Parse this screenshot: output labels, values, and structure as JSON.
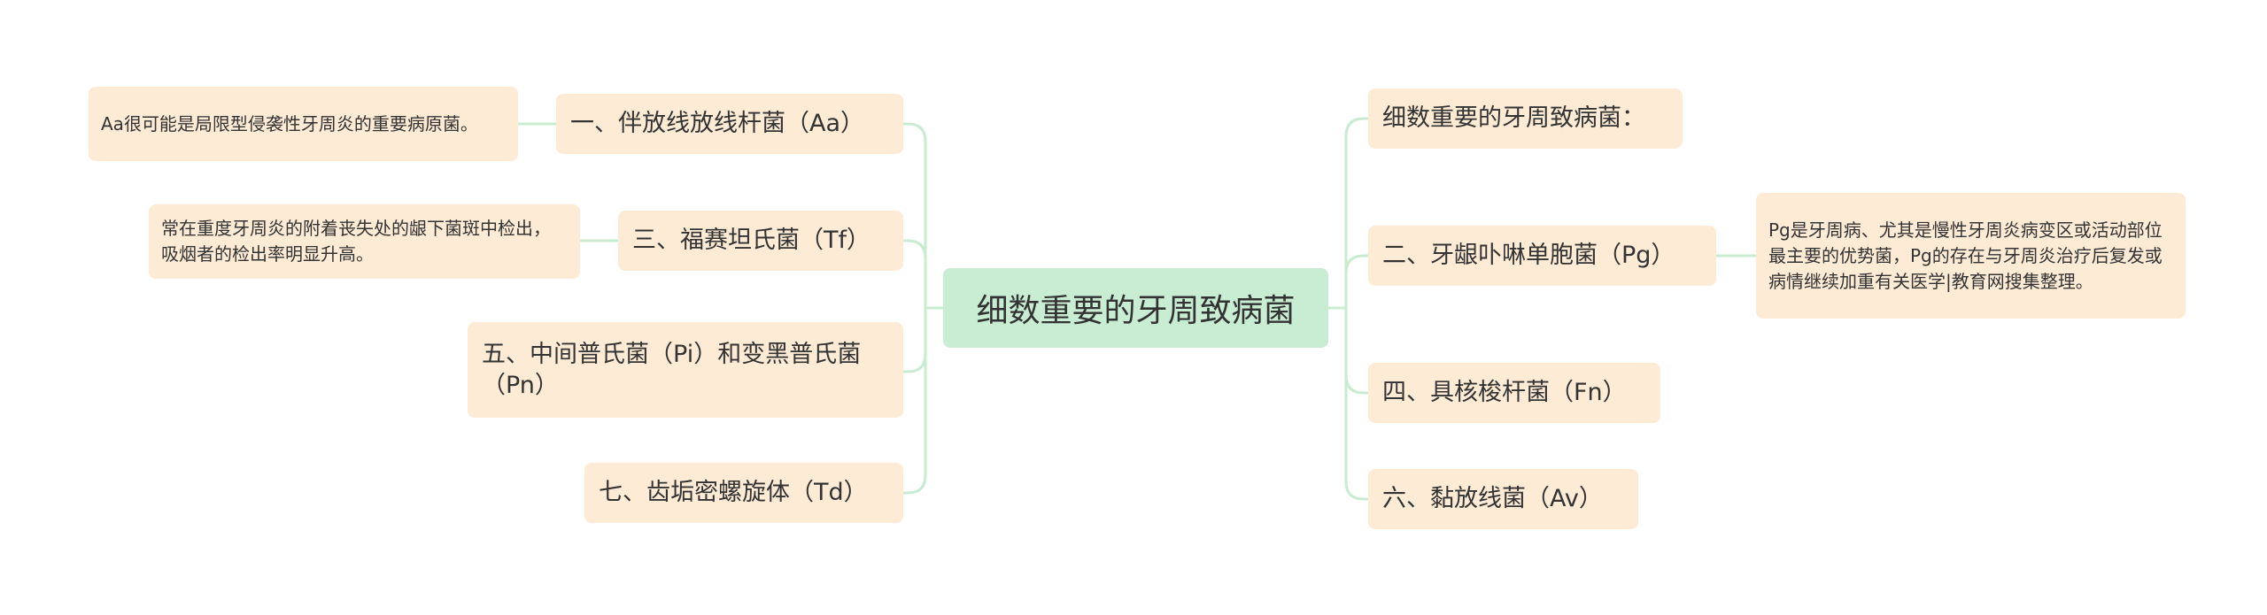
{
  "root": {
    "label": "细数重要的牙周致病菌"
  },
  "left": [
    {
      "label": "一、伴放线放线杆菌（Aa）",
      "note": "Aa很可能是局限型侵袭性牙周炎的重要病原菌。"
    },
    {
      "label": "三、福赛坦氏菌（Tf）",
      "note": "常在重度牙周炎的附着丧失处的龈下菌斑中检出，吸烟者的检出率明显升高。"
    },
    {
      "label": "五、中间普氏菌（Pi）和变黑普氏菌（Pn）"
    },
    {
      "label": "七、齿垢密螺旋体（Td）"
    }
  ],
  "right": [
    {
      "label": "细数重要的牙周致病菌："
    },
    {
      "label": "二、牙龈卟啉单胞菌（Pg）",
      "note": "Pg是牙周病、尤其是慢性牙周炎病变区或活动部位最主要的优势菌，Pg的存在与牙周炎治疗后复发或病情继续加重有关医学|教育网搜集整理。"
    },
    {
      "label": "四、具核梭杆菌（Fn）"
    },
    {
      "label": "六、黏放线菌（Av）"
    }
  ],
  "colors": {
    "root_fill": "#c8edd3",
    "node_fill": "#fdebd6",
    "connector": "#c9ecd1",
    "text": "#333333"
  }
}
